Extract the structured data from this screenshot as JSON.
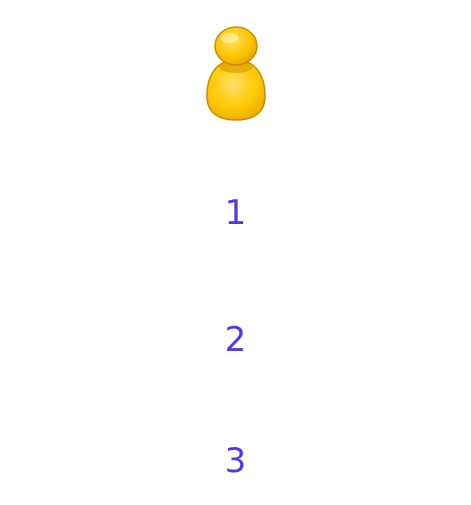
{
  "avatar": {
    "icon": "user-icon",
    "color": "#F9C400"
  },
  "options": [
    {
      "label": "1"
    },
    {
      "label": "2"
    },
    {
      "label": "3"
    }
  ],
  "colors": {
    "text": "#5039E6",
    "background": "#FFFFFF"
  }
}
